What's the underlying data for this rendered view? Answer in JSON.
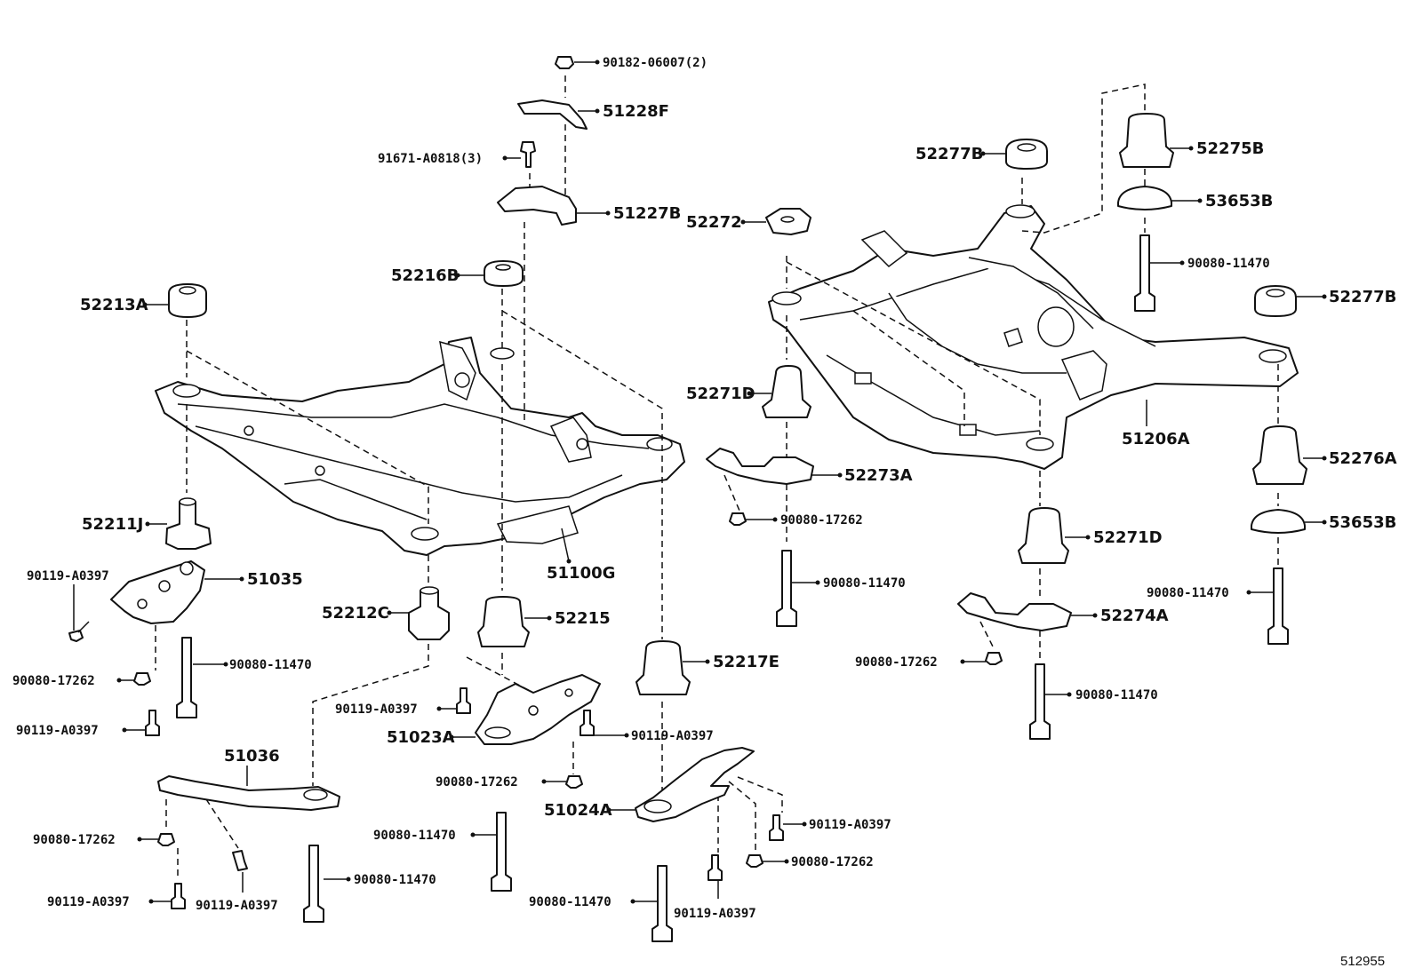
{
  "diagram_id": "512955",
  "labels": {
    "l90182": "90182-06007(2)",
    "l51228F": "51228F",
    "l91671": "91671-A0818(3)",
    "l51227B": "51227B",
    "l52216B": "52216B",
    "l52213A": "52213A",
    "l52211J": "52211J",
    "l51100G": "51100G",
    "l90119_a": "90119-A0397",
    "l51035": "51035",
    "l90080_11470_a": "90080-11470",
    "l90080_17262_a": "90080-17262",
    "l90119_b": "90119-A0397",
    "l52212C": "52212C",
    "l52215": "52215",
    "l52217E": "52217E",
    "l90119_c": "90119-A0397",
    "l51023A": "51023A",
    "l90119_d": "90119-A0397",
    "l90080_17262_b": "90080-17262",
    "l51036": "51036",
    "l90080_17262_c": "90080-17262",
    "l90119_e": "90119-A0397",
    "l90119_f": "90119-A0397",
    "l90080_11470_b": "90080-11470",
    "l90080_11470_c": "90080-11470",
    "l51024A": "51024A",
    "l90119_g": "90119-A0397",
    "l90080_17262_d": "90080-17262",
    "l90080_11470_d": "90080-11470",
    "l90119_h": "90119-A0397",
    "l52277B_a": "52277B",
    "l52275B": "52275B",
    "l53653B_a": "53653B",
    "l52272": "52272",
    "l90080_11470_e": "90080-11470",
    "l52277B_b": "52277B",
    "l52271D_a": "52271D",
    "l51206A": "51206A",
    "l52276A": "52276A",
    "l52273A": "52273A",
    "l90080_17262_e": "90080-17262",
    "l52271D_b": "52271D",
    "l53653B_b": "53653B",
    "l90080_11470_f": "90080-11470",
    "l90080_11470_g": "90080-11470",
    "l52274A": "52274A",
    "l90080_17262_f": "90080-17262",
    "l90080_11470_h": "90080-11470"
  }
}
